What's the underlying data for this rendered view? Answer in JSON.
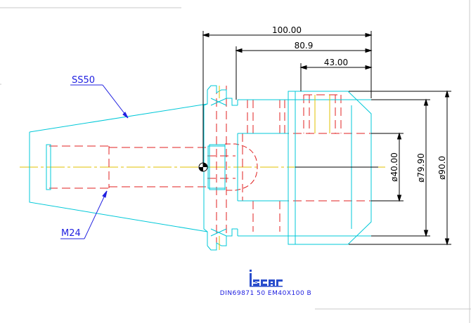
{
  "drawing": {
    "dimensions": {
      "length_overall": "100.00",
      "length_body": "80.9",
      "length_front": "43.00",
      "dia_bore": "ø40.00",
      "dia_nut": "ø79.90",
      "dia_flange": "ø90.0"
    },
    "callouts": {
      "taper": "SS50",
      "thread": "M24"
    },
    "caption": {
      "logo_text": "iscar",
      "designation": "DIN69871 50 EM40X100 B"
    },
    "colors": {
      "outline": "#00c8d8",
      "hidden": "#e02020",
      "center": "#e0c000",
      "dimension": "#000000",
      "callout": "#2020e0"
    }
  }
}
